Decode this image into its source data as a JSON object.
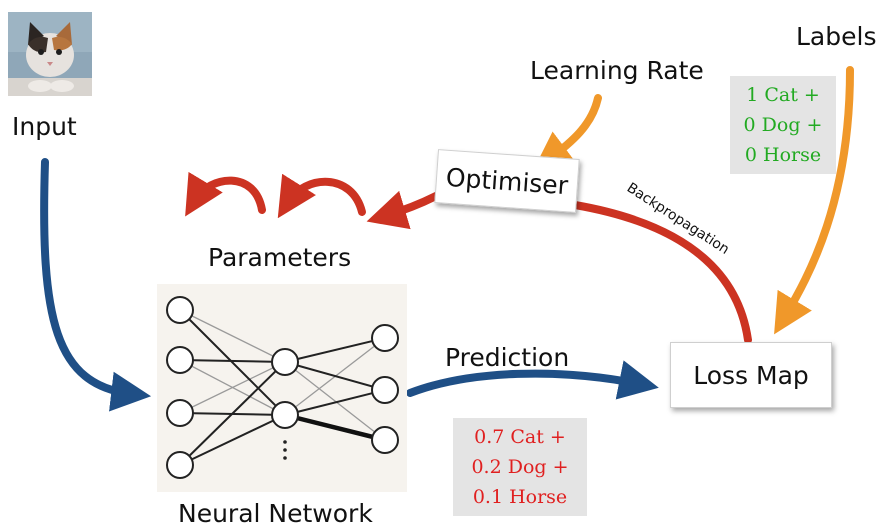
{
  "labels": {
    "input": "Input",
    "labels": "Labels",
    "learning_rate": "Learning Rate",
    "parameters": "Parameters",
    "neural_network": "Neural Network",
    "prediction": "Prediction",
    "backpropagation": "Backpropagation"
  },
  "boxes": {
    "optimiser": "Optimiser",
    "loss_map": "Loss Map"
  },
  "label_values": [
    "1 Cat +",
    "0 Dog +",
    "0  Horse"
  ],
  "prediction_values": [
    "0.7 Cat +",
    "0.2 Dog +",
    "0.1  Horse"
  ],
  "colors": {
    "blue": "#1f4f86",
    "orange": "#f0982a",
    "red": "#cc3322",
    "green": "#22aa22",
    "pred_red": "#e02020",
    "value_box_bg": "#e4e4e4",
    "network_bg": "#f6f3ee"
  },
  "icons": {
    "input_image": "cat-photo",
    "network": "neural-network-diagram"
  }
}
